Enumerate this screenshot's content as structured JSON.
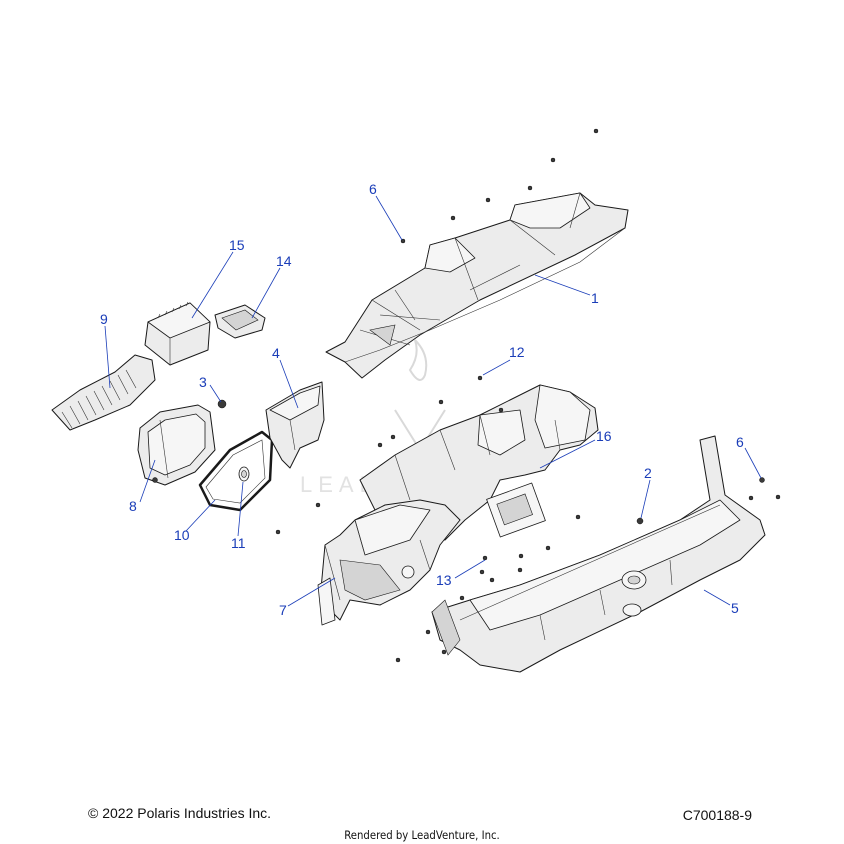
{
  "footer": {
    "copyright": "© 2022 Polaris Industries Inc.",
    "figure_code": "C700188-9",
    "rendered_by": "Rendered by LeadVenture, Inc."
  },
  "callouts": {
    "c1": "1",
    "c2": "2",
    "c3": "3",
    "c4": "4",
    "c5": "5",
    "c6a": "6",
    "c6b": "6",
    "c7": "7",
    "c8": "8",
    "c9": "9",
    "c10": "10",
    "c11": "11",
    "c12": "12",
    "c13": "13",
    "c14": "14",
    "c15": "15",
    "c16": "16"
  },
  "colors": {
    "callout": "#1a3db8",
    "part_fill": "#ececec",
    "outline": "#1a1a1a"
  }
}
